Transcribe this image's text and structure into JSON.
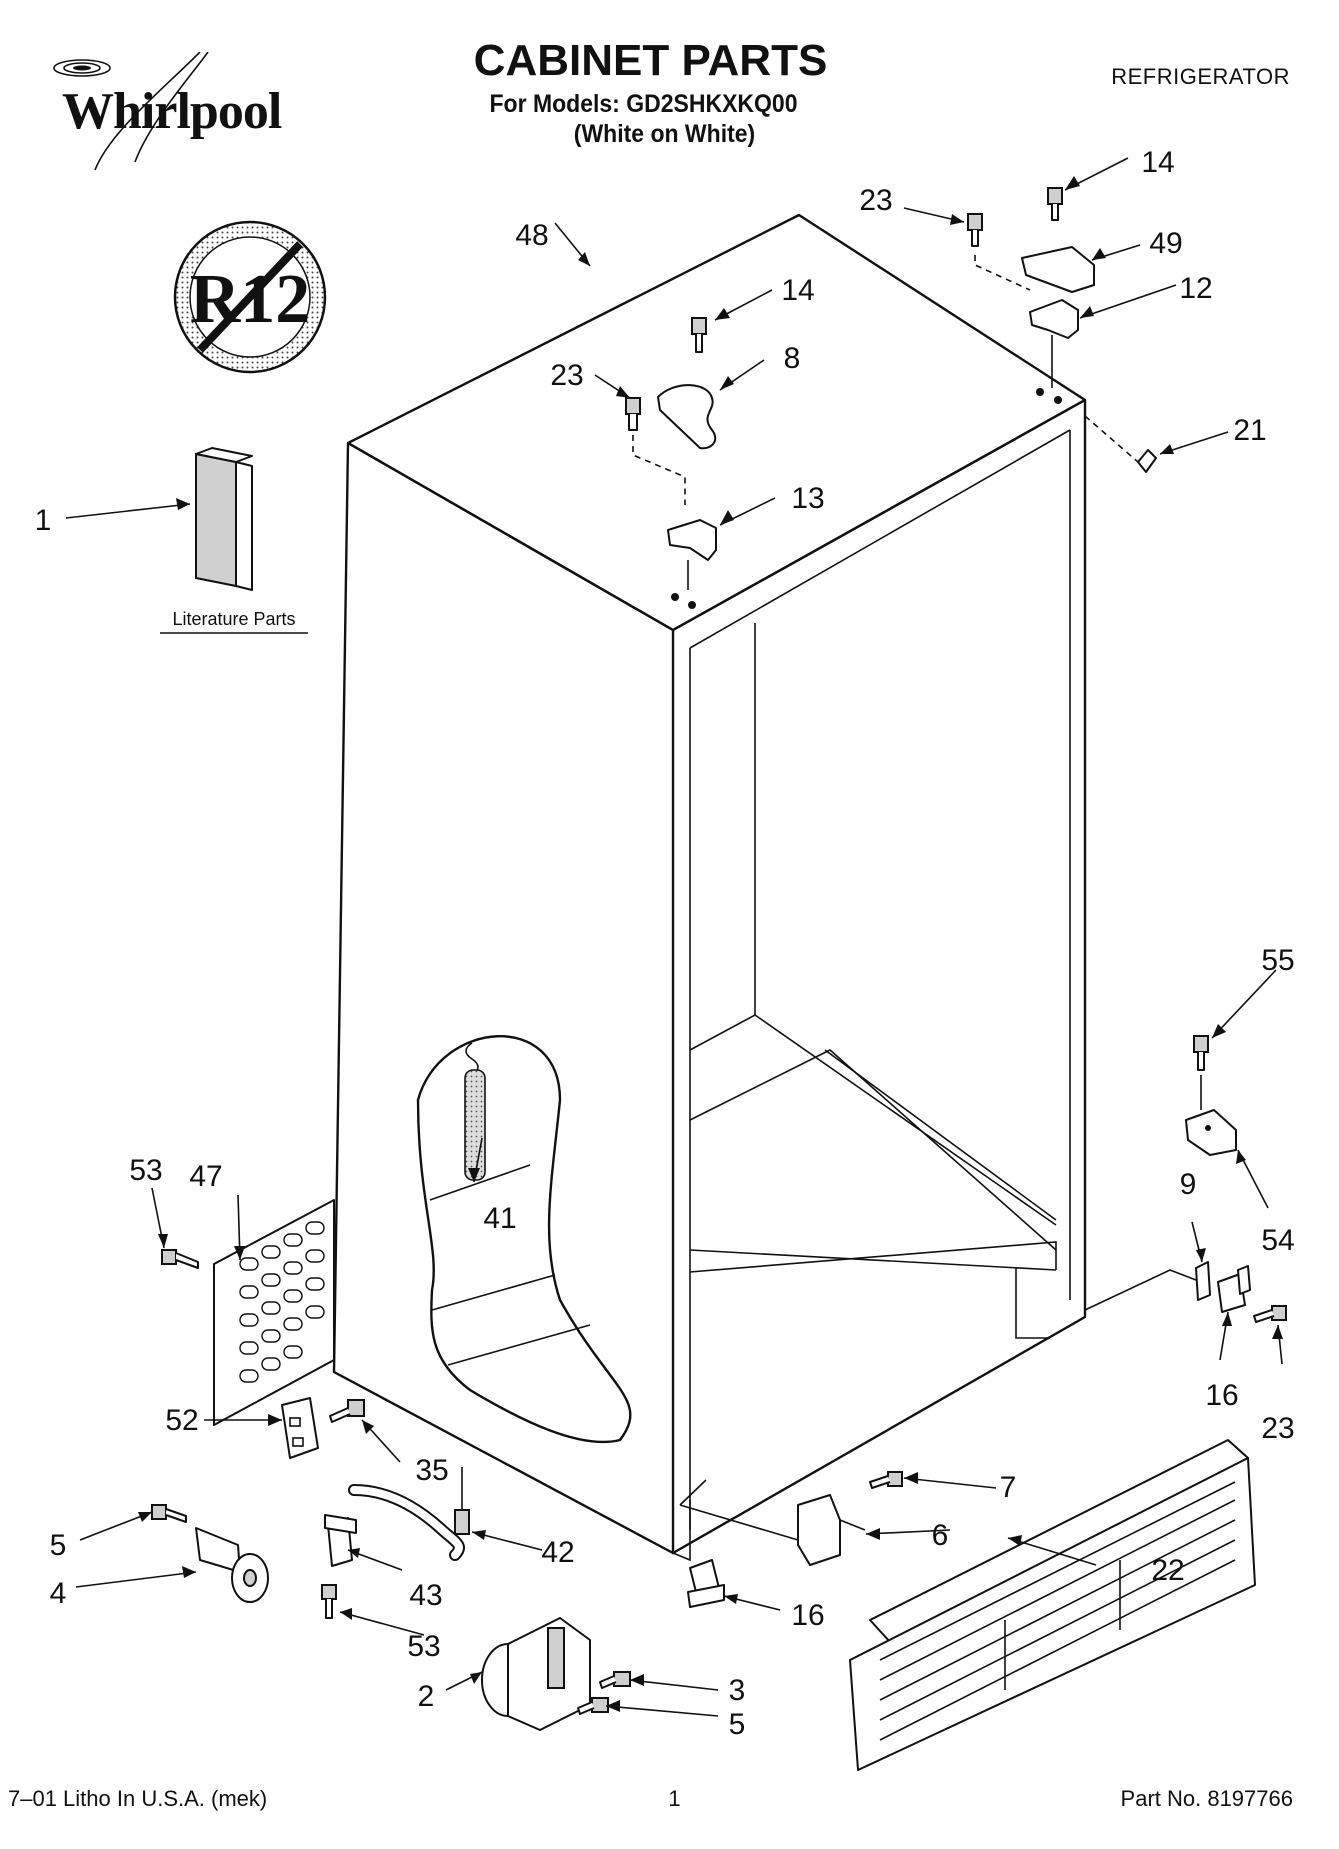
{
  "header": {
    "brand": "Whirlpool",
    "title": "CABINET PARTS",
    "models_line": "For Models: GD2SHKXKQ00",
    "variant_line": "(White on White)",
    "product": "REFRIGERATOR"
  },
  "badge": {
    "text": "R12",
    "icon": "no-r12-prohibition-icon"
  },
  "literature_label": "Literature Parts",
  "callouts": {
    "c1": "1",
    "c2": "2",
    "c3": "3",
    "c4": "4",
    "c5a": "5",
    "c5b": "5",
    "c6": "6",
    "c7": "7",
    "c8": "8",
    "c9": "9",
    "c12": "12",
    "c13": "13",
    "c14a": "14",
    "c14b": "14",
    "c16a": "16",
    "c16b": "16",
    "c21": "21",
    "c22": "22",
    "c23a": "23",
    "c23b": "23",
    "c23c": "23",
    "c35": "35",
    "c41": "41",
    "c42": "42",
    "c43": "43",
    "c47": "47",
    "c48": "48",
    "c49": "49",
    "c52": "52",
    "c53a": "53",
    "c53b": "53",
    "c54": "54",
    "c55": "55"
  },
  "footer": {
    "left": "7–01 Litho In U.S.A. (mek)",
    "page": "1",
    "part_no": "Part No. 8197766"
  }
}
